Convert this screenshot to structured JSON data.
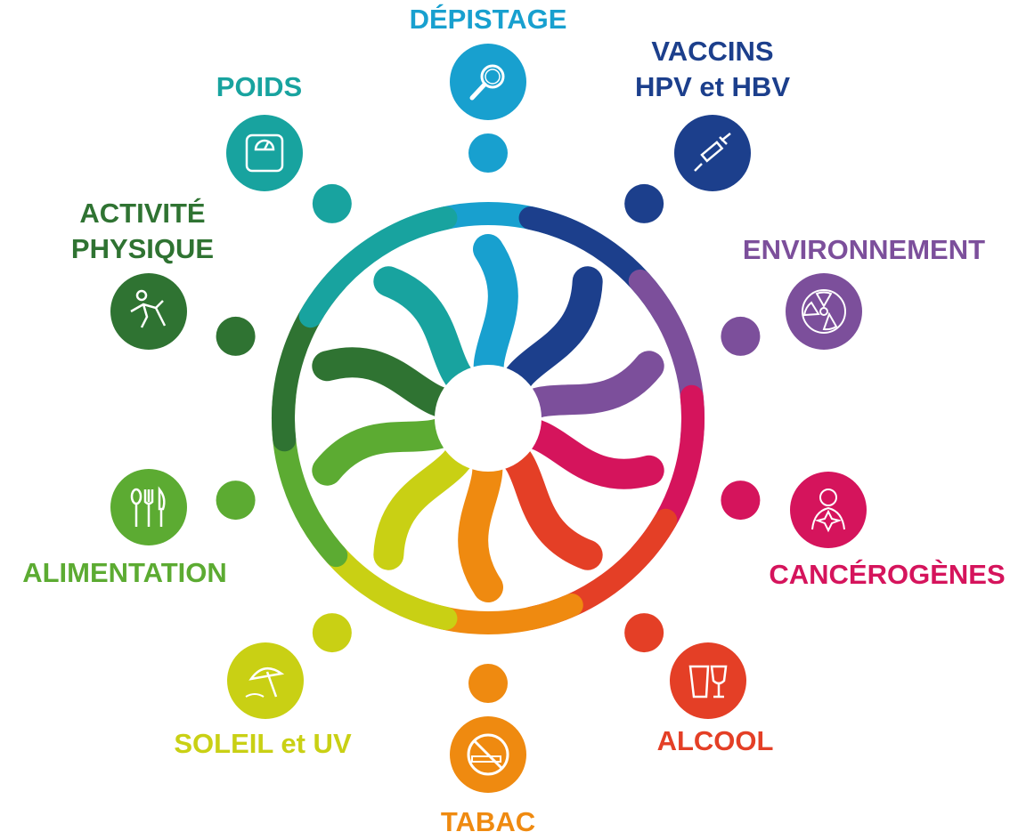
{
  "items": [
    {
      "id": "depistage",
      "label": "DÉPISTAGE",
      "color": "#18a0cf",
      "icon": "magnifier-icon"
    },
    {
      "id": "vaccins",
      "label": "VACCINS",
      "label2": "HPV et HBV",
      "color": "#1c3f8c",
      "icon": "syringe-icon"
    },
    {
      "id": "environnement",
      "label": "ENVIRONNEMENT",
      "color": "#7c4f9b",
      "icon": "radiation-icon"
    },
    {
      "id": "cancerogenes",
      "label": "CANCÉROGÈNES",
      "color": "#d5145c",
      "icon": "body-hazard-icon"
    },
    {
      "id": "alcool",
      "label": "ALCOOL",
      "color": "#e43f26",
      "icon": "glasses-icon"
    },
    {
      "id": "tabac",
      "label": "TABAC",
      "color": "#ef8a10",
      "icon": "no-smoking-icon"
    },
    {
      "id": "soleil",
      "label": "SOLEIL et UV",
      "color": "#c9d014",
      "icon": "parasol-icon"
    },
    {
      "id": "alimentation",
      "label": "ALIMENTATION",
      "color": "#5cab32",
      "icon": "cutlery-icon"
    },
    {
      "id": "activite",
      "label": "ACTIVITÉ",
      "label2": "PHYSIQUE",
      "color": "#2f7332",
      "icon": "exercise-icon"
    },
    {
      "id": "poids",
      "label": "POIDS",
      "color": "#18a39f",
      "icon": "scale-icon"
    }
  ]
}
